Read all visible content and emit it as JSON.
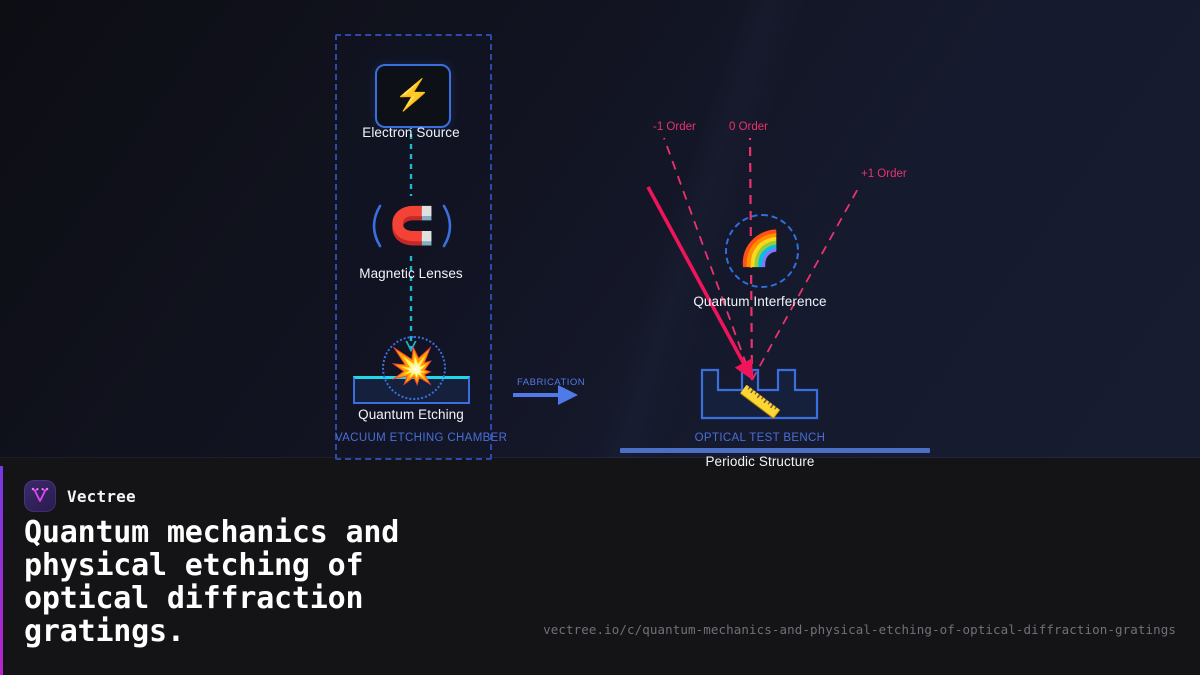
{
  "brand": {
    "name": "Vectree",
    "logo_icon": "vectree-tree-logo-icon",
    "accent_purple": "#7c3aed",
    "accent_magenta": "#c026d3"
  },
  "headline": "Quantum mechanics and physical etching of optical diffraction gratings.",
  "url": "vectree.io/c/quantum-mechanics-and-physical-etching-of-optical-diffraction-gratings",
  "diagram": {
    "left_zone": {
      "label": "VACUUM ETCHING CHAMBER",
      "label_color": "#4b6ed6",
      "border_color": "#2f49a8",
      "nodes": [
        {
          "id": "electron-source",
          "label": "Electron Source",
          "icon": "high-voltage-bolt-icon",
          "emoji": "⚡",
          "box_color": "#3b6fe0"
        },
        {
          "id": "magnetic-lenses",
          "label": "Magnetic Lenses",
          "icon": "magnet-icon",
          "emoji": "🧲"
        },
        {
          "id": "quantum-etching",
          "label": "Quantum Etching",
          "icon": "collision-burst-icon",
          "emoji": "💥",
          "substrate_color": "#15203c",
          "substrate_top_color": "#1fd8e8"
        }
      ],
      "beam_color": "#1fd8e8"
    },
    "flow": {
      "label": "FABRICATION",
      "arrow_color": "#4f7ae8"
    },
    "right_zone": {
      "label": "OPTICAL TEST BENCH",
      "label_color": "#4b6ed6",
      "bench_bar_color": "#4a6fc4",
      "nodes": [
        {
          "id": "quantum-interference",
          "label": "Quantum Interference",
          "icon": "rainbow-icon",
          "emoji": "🌈",
          "ring_color": "#2f6fe0"
        },
        {
          "id": "periodic-structure",
          "label": "Periodic Structure",
          "icon": "straight-ruler-icon",
          "emoji": "📏",
          "grating_color": "#3b6fe0"
        }
      ],
      "incident_beam_color": "#f0145a",
      "diffraction_color": "#e8336e",
      "orders": [
        {
          "id": "order-minus-1",
          "label": "-1 Order"
        },
        {
          "id": "order-zero",
          "label": "0 Order"
        },
        {
          "id": "order-plus-1",
          "label": "+1 Order"
        }
      ]
    }
  }
}
